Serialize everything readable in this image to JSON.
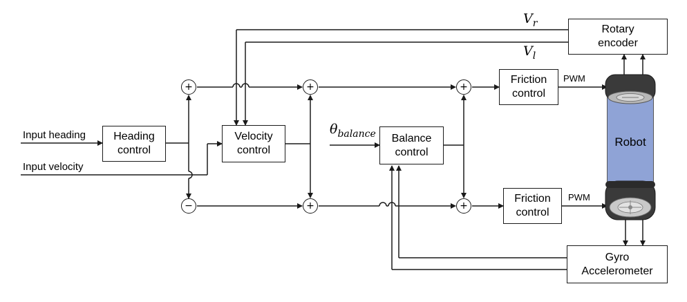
{
  "blocks": {
    "heading_control": [
      "Heading",
      "control"
    ],
    "velocity_control": [
      "Velocity",
      "control"
    ],
    "balance_control": [
      "Balance",
      "control"
    ],
    "friction_control_top": [
      "Friction",
      "control"
    ],
    "friction_control_bottom": [
      "Friction",
      "control"
    ],
    "rotary_encoder": [
      "Rotary",
      "encoder"
    ],
    "gyro_accelerometer": [
      "Gyro",
      "Accelerometer"
    ],
    "robot": "Robot"
  },
  "inputs": {
    "input_heading": "Input heading",
    "input_velocity": "Input velocity",
    "theta_symbol": "θ",
    "theta_subscript": "balance"
  },
  "signals": {
    "vr_symbol": "V",
    "vr_subscript": "r",
    "vl_symbol": "V",
    "vl_subscript": "l",
    "pwm_top": "PWM",
    "pwm_bottom": "PWM"
  },
  "summing_junctions": {
    "top_left": "+",
    "bottom_left": "−",
    "top_mid": "+",
    "bottom_mid": "+",
    "top_right": "+",
    "bottom_right": "+"
  }
}
